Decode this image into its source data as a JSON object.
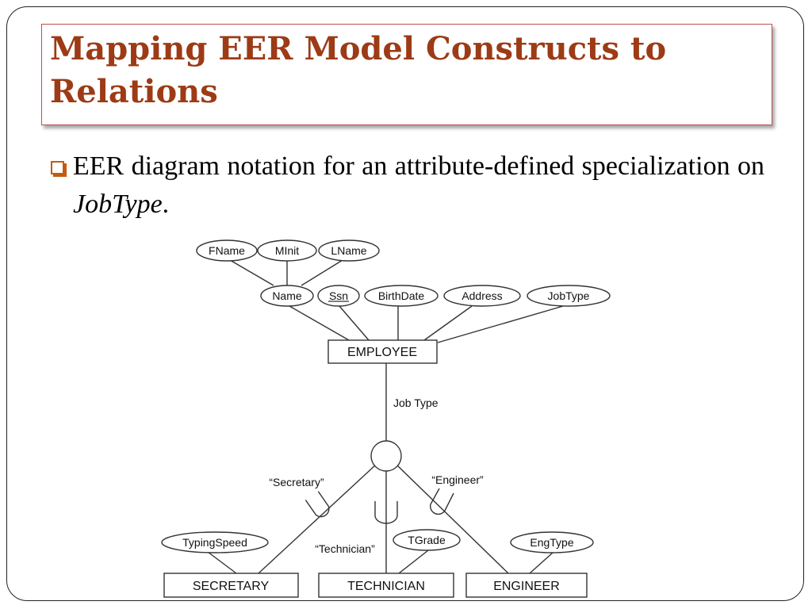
{
  "slide": {
    "title": "Mapping EER Model Constructs to Relations",
    "bullet": {
      "text_before": "EER diagram notation for an attribute-defined specialization on ",
      "text_emphasis": "JobType",
      "text_after": "."
    }
  },
  "diagram": {
    "superclass": "EMPLOYEE",
    "attributes": {
      "fname": "FName",
      "minit": "MInit",
      "lname": "LName",
      "name": "Name",
      "ssn": "Ssn",
      "birthdate": "BirthDate",
      "address": "Address",
      "jobtype": "JobType"
    },
    "defining_attribute_label": "Job Type",
    "branch_labels": {
      "secretary": "“Secretary”",
      "technician": "“Technician”",
      "engineer": "“Engineer”"
    },
    "subclasses": {
      "secretary": "SECRETARY",
      "technician": "TECHNICIAN",
      "engineer": "ENGINEER"
    },
    "subclass_attributes": {
      "typingspeed": "TypingSpeed",
      "tgrade": "TGrade",
      "engtype": "EngType"
    }
  },
  "colors": {
    "title": "#9c3b16",
    "title_border": "#c0504d",
    "bullet_marker": "#c55a11"
  }
}
